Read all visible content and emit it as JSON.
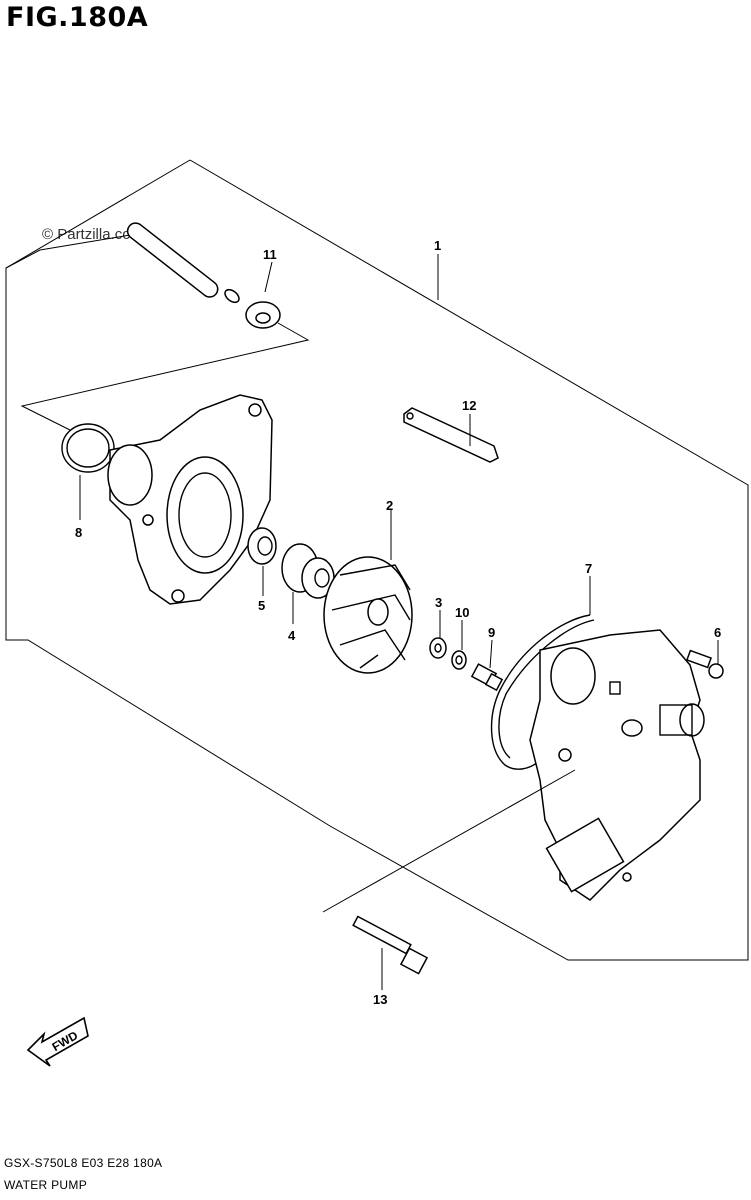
{
  "figure": {
    "title": "FIG.180A",
    "watermark": "© Partzilla.com",
    "model_code": "GSX-S750L8  E03  E28  180A",
    "caption": "WATER PUMP",
    "fwd_label": "FWD"
  },
  "callouts": [
    {
      "id": "c1",
      "label": "1"
    },
    {
      "id": "c2",
      "label": "2"
    },
    {
      "id": "c3",
      "label": "3"
    },
    {
      "id": "c4",
      "label": "4"
    },
    {
      "id": "c5",
      "label": "5"
    },
    {
      "id": "c6",
      "label": "6"
    },
    {
      "id": "c7",
      "label": "7"
    },
    {
      "id": "c8",
      "label": "8"
    },
    {
      "id": "c9",
      "label": "9"
    },
    {
      "id": "c10",
      "label": "10"
    },
    {
      "id": "c11",
      "label": "11"
    },
    {
      "id": "c12",
      "label": "12"
    },
    {
      "id": "c13",
      "label": "13"
    }
  ]
}
